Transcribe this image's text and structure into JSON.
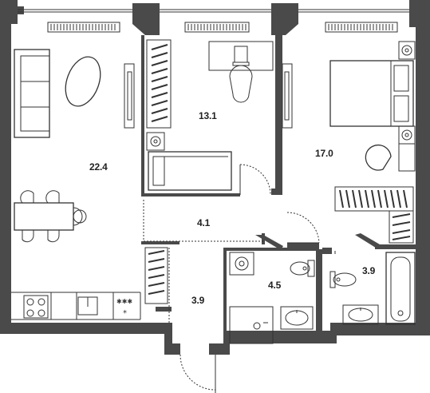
{
  "rooms": [
    {
      "name": "living-room",
      "area": "22.4"
    },
    {
      "name": "bedroom-small",
      "area": "13.1"
    },
    {
      "name": "bedroom-large",
      "area": "17.0"
    },
    {
      "name": "hall",
      "area": "4.1"
    },
    {
      "name": "entry",
      "area": "3.9"
    },
    {
      "name": "bathroom-center",
      "area": "4.5"
    },
    {
      "name": "bathroom-right",
      "area": "3.9"
    }
  ],
  "colors": {
    "wall": "#4a4a4a",
    "line": "#333333",
    "background": "#ffffff"
  }
}
